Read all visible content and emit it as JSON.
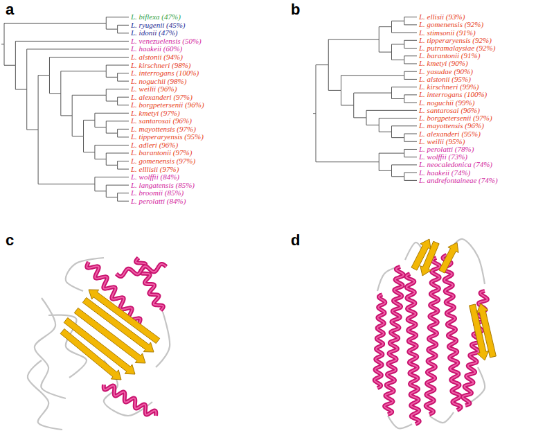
{
  "diagram": {
    "labels": [
      "a",
      "b",
      "c",
      "d",
      "L. biflexa (47%)",
      "L. ryugenii (45%)",
      "L. idonii (47%)",
      "L. venezuelensis (50%)",
      "L. haakeii (60%)",
      "L. alstonii (94%)",
      "L. kirschneri (98%)",
      "L. interrogans (100%)",
      "L. noguchii (98%)",
      "L. weilii (96%)",
      "L. alexanderi (97%)",
      "L. borgpetersenii (96%)",
      "L. kmetyi (97%)",
      "L. santarosai (96%)",
      "L. mayottensis (97%)",
      "L. tipperaryensis (95%)",
      "L. adleri (96%)",
      "L. barantonii (97%)",
      "L. gomenensis (97%)",
      "L. elllisii (97%)",
      "L. wolffii (84%)",
      "L. langatensis (85%)",
      "L. broomii (85%)",
      "L. perolatti (84%)",
      "L. ellisii (93%)",
      "L. gomenensis (92%)",
      "L. stimsonii (91%)",
      "L. tipperaryensis (92%)",
      "L. putramalaysiae (92%)",
      "L. barantonii (91%)",
      "L. kmetyi (90%)",
      "L. yasudae (90%)",
      "L. alstonii (95%)",
      "L. kirschneri (99%)",
      "L. interrogans (100%)",
      "L. noguchii (99%)",
      "L. santarosai (96%)",
      "L. borgpetersenii (97%)",
      "L. mayottensis (96%)",
      "L. alexanderi (95%)",
      "L. weilii (95%)",
      "L. perolatti (78%)",
      "L. wolffii (73%)",
      "L. neocaledonica (74%)",
      "L. haakeii (74%)",
      "L. andrefontaineae (74%)"
    ]
  }
}
